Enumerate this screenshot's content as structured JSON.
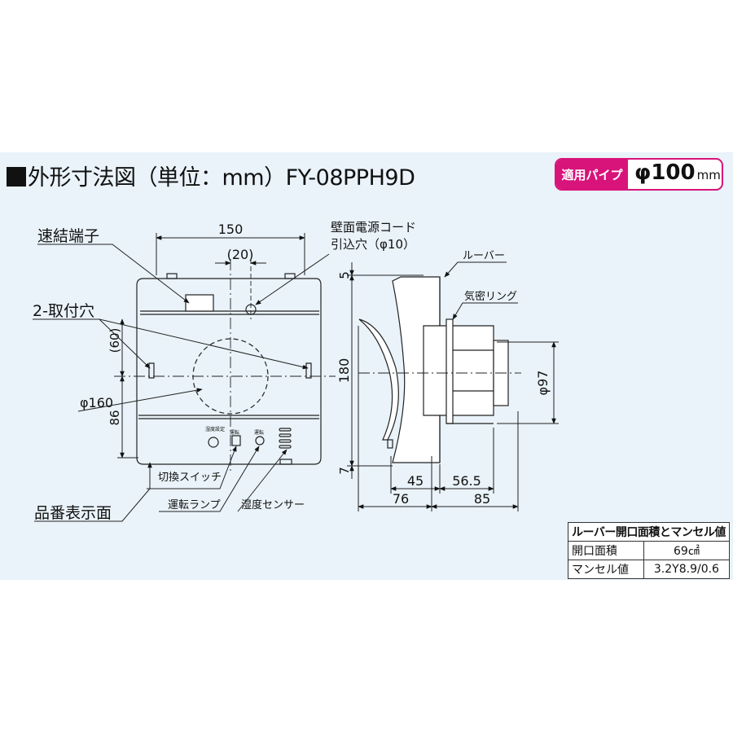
{
  "title": "外形寸法図（単位：mm）FY-08PPH9D",
  "pipe_badge": {
    "label": "適用パイプ",
    "value": "φ100",
    "unit": "mm"
  },
  "front_view": {
    "dim_width": "150",
    "dim_cord_offset": "(20)",
    "dim_hole_pitch": "(60)",
    "dim_circle": "φ160",
    "dim_bottom": "86",
    "label_terminal": "速結端子",
    "label_mount_holes": "2-取付穴",
    "label_cord": "壁面電源コード",
    "label_cord_hole": "引込穴（φ10）",
    "label_switch": "切換スイッチ",
    "label_lamp": "運転ランプ",
    "label_sensor": "湿度センサー",
    "label_model_face": "品番表示面",
    "panel_text_humidity": "湿度設定",
    "panel_text_mode": "運転",
    "panel_text_run": "運転"
  },
  "side_view": {
    "dim_top": "5",
    "dim_height": "180",
    "dim_bottom": "7",
    "dim_pipe": "φ97",
    "dim_45": "45",
    "dim_56_5": "56.5",
    "dim_76": "76",
    "dim_85": "85",
    "label_louver": "ルーバー",
    "label_ring": "気密リング"
  },
  "table": {
    "header": "ルーバー開口面積とマンセル値",
    "rows": [
      {
        "label": "開口面積",
        "value": "69㎠"
      },
      {
        "label": "マンセル値",
        "value": "3.2Y8.9/0.6"
      }
    ]
  }
}
